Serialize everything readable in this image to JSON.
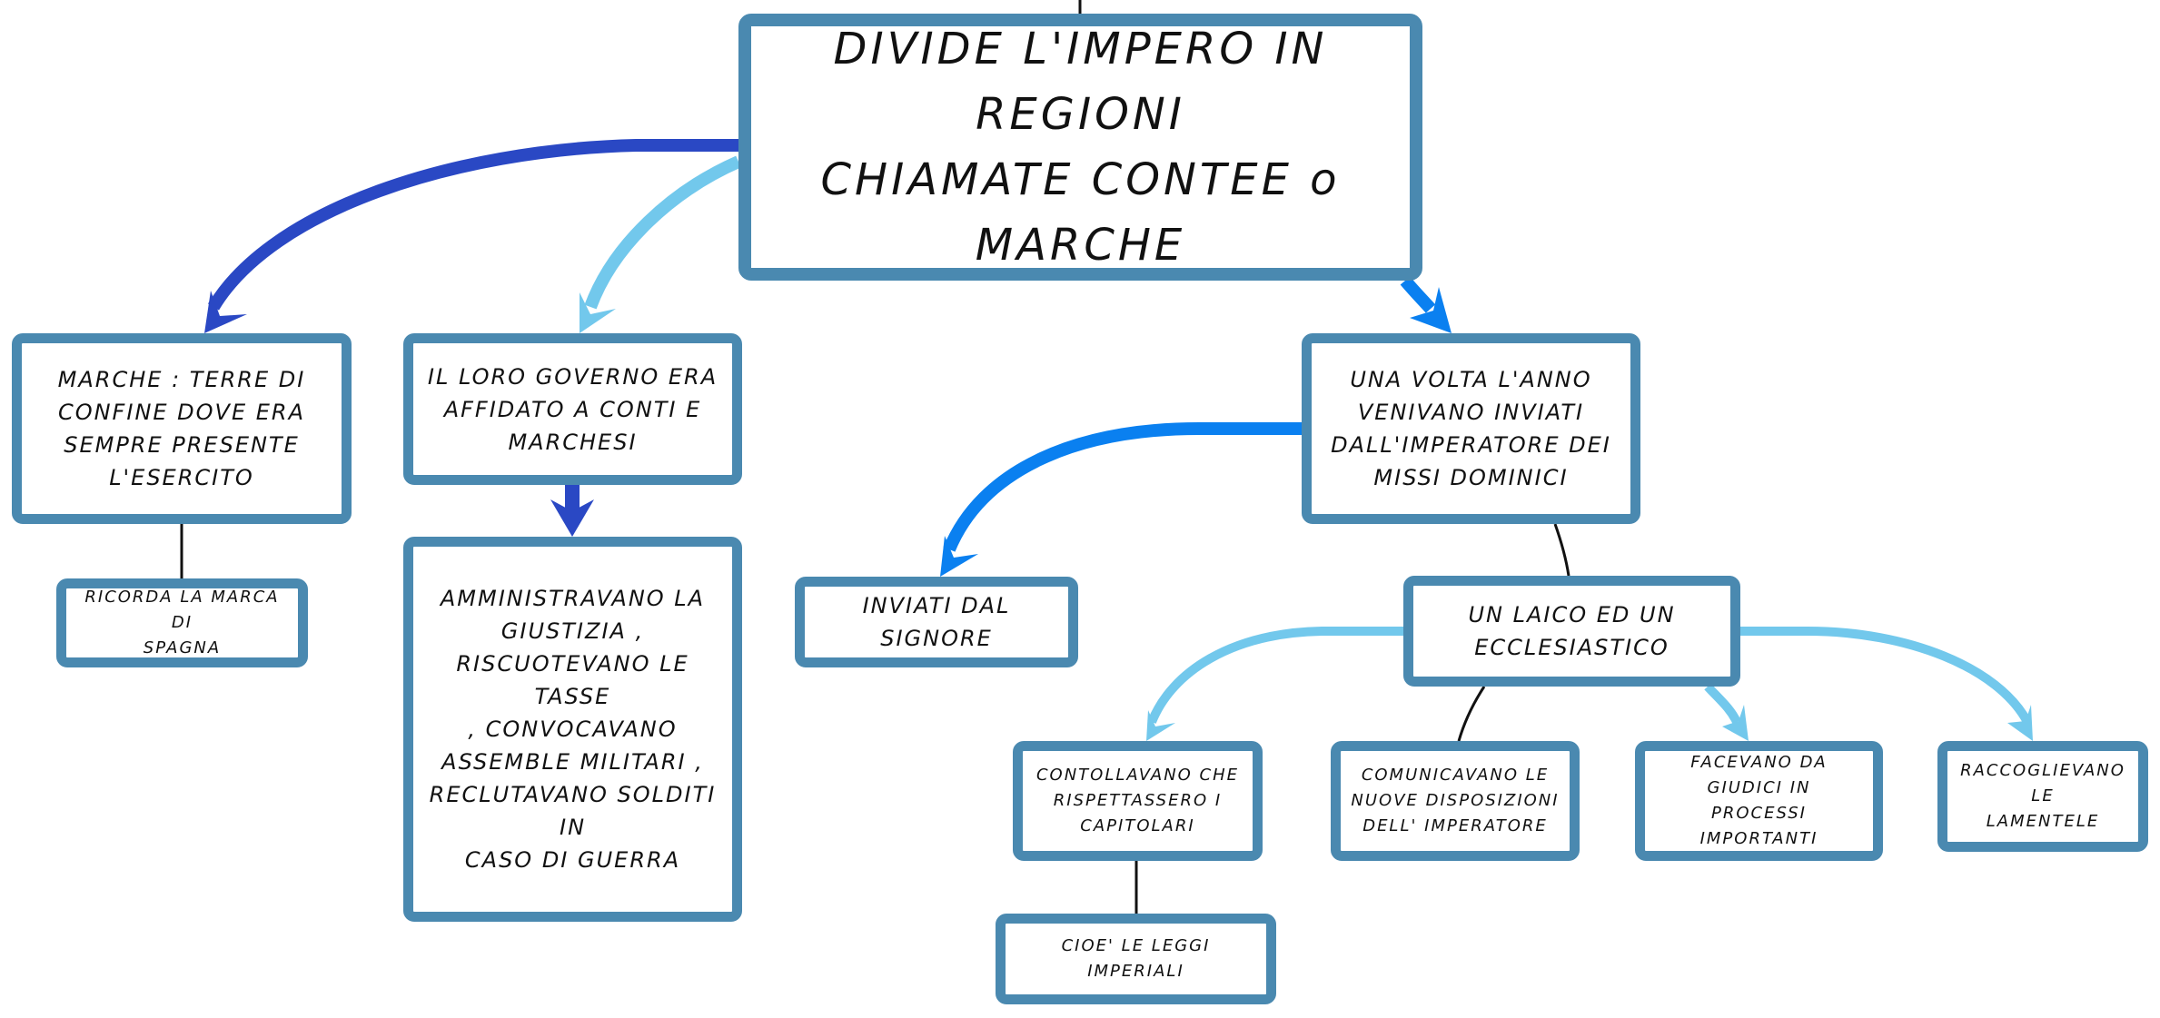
{
  "colors": {
    "box_border": "#4a89b0",
    "arrow_dark_blue": "#2a48c4",
    "arrow_light_blue": "#72c8ec",
    "arrow_bright_blue": "#0a80f0",
    "connector_line": "#111111",
    "text": "#111111"
  },
  "nodes": {
    "root": "DIVIDE L'IMPERO IN REGIONI\nCHIAMATE CONTEE o\nMARCHE",
    "marche": "MARCHE : TERRE DI\nCONFINE DOVE ERA\nSEMPRE PRESENTE\nL'ESERCITO",
    "governo": "IL LORO GOVERNO ERA\nAFFIDATO A CONTI E\nMARCHESI",
    "amministravano": "AMMINISTRAVANO LA\nGIUSTIZIA ,\nRISCUOTEVANO LE TASSE\n, CONVOCAVANO\nASSEMBLE MILITARI ,\nRECLUTAVANO SOLDITI IN\nCASO DI GUERRA",
    "una_volta": "UNA VOLTA L'ANNO\nVENIVANO INVIATI\nDALL'IMPERATORE DEI\nMISSI DOMINICI",
    "ricorda": "RICORDA LA MARCA DI\nSPAGNA",
    "inviati": "INVIATI DAL\nSIGNORE",
    "laico": "UN LAICO ED UN\nECCLESIASTICO",
    "contollavano": "CONTOLLAVANO CHE\nRISPETTASSERO I\nCAPITOLARI",
    "comunicavano": "COMUNICAVANO LE\nNUOVE DISPOSIZIONI\nDELL' IMPERATORE",
    "facevano": "FACEVANO DA GIUDICI IN\nPROCESSI IMPORTANTI",
    "raccoglievano": "RACCOGLIEVANO LE\nLAMENTELE",
    "cioe": "CIOE' LE LEGGI IMPERIALI"
  }
}
